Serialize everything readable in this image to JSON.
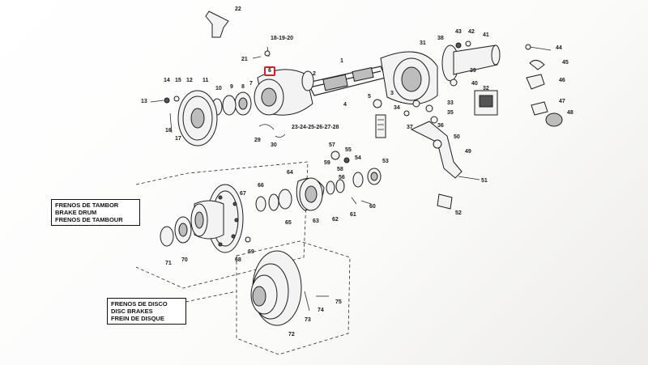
{
  "diagram": {
    "highlighted_callout": "6",
    "callouts": [
      "1",
      "2",
      "3",
      "4",
      "5",
      "6",
      "7",
      "8",
      "9",
      "10",
      "11",
      "12",
      "13",
      "14",
      "15",
      "16",
      "17",
      "18-19-20",
      "21",
      "22",
      "23-24-25-26-27-28",
      "29",
      "30",
      "31",
      "32",
      "33",
      "34",
      "35",
      "36",
      "37",
      "38",
      "39",
      "40",
      "41",
      "42",
      "43",
      "44",
      "45",
      "46",
      "47",
      "48",
      "49",
      "50",
      "51",
      "52",
      "53",
      "54",
      "55",
      "56",
      "57",
      "58",
      "59",
      "60",
      "61",
      "62",
      "63",
      "64",
      "65",
      "66",
      "67",
      "68",
      "69",
      "70",
      "71",
      "72",
      "73",
      "74",
      "75"
    ],
    "drum_brake_box": [
      "FRENOS DE TAMBOR",
      "BRAKE DRUM",
      "FRENOS DE TAMBOUR"
    ],
    "disc_brake_box": [
      "FRENOS DE DISCO",
      "DISC BRAKES",
      "FREIN DE DISQUE"
    ]
  }
}
